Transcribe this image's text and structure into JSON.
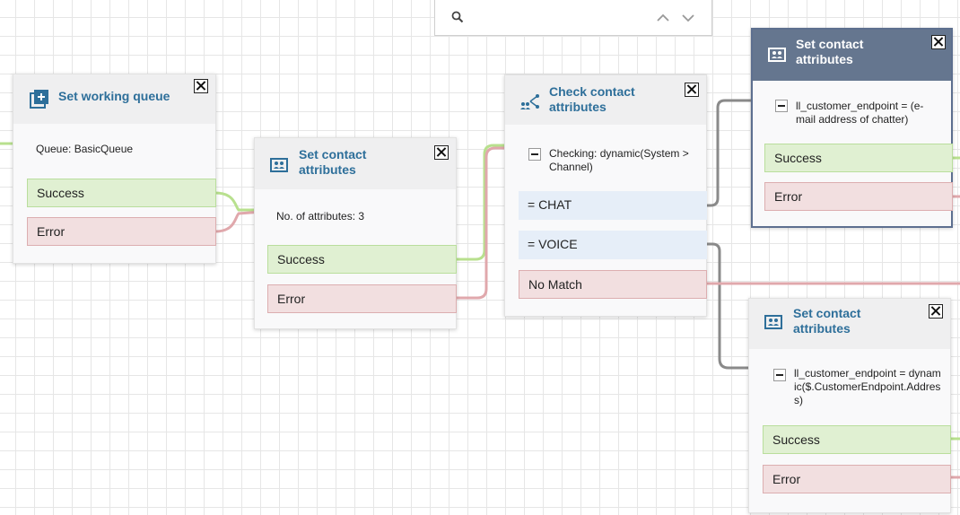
{
  "search": {
    "placeholder": "",
    "value": ""
  },
  "blocks": [
    {
      "title": "Set working queue",
      "icon": "add-queue-icon",
      "info": "Queue: BasicQueue",
      "branches": [
        "Success",
        "Error"
      ]
    },
    {
      "title": "Set contact attributes",
      "icon": "contact-attributes-icon",
      "info": "No. of attributes: 3",
      "branches": [
        "Success",
        "Error"
      ]
    },
    {
      "title": "Check contact attributes",
      "icon": "check-attributes-icon",
      "info": "Checking: dynamic(System > Channel)",
      "branches": [
        "= CHAT",
        "= VOICE",
        "No Match"
      ]
    },
    {
      "title": "Set contact attributes",
      "icon": "contact-attributes-icon",
      "info": "ll_customer_endpoint = (e-mail address of chatter)",
      "branches": [
        "Success",
        "Error"
      ],
      "selected": true
    },
    {
      "title": "Set contact attributes",
      "icon": "contact-attributes-icon",
      "info": "ll_customer_endpoint = dynamic($.CustomerEndpoint.Address)",
      "branches": [
        "Success",
        "Error"
      ]
    }
  ],
  "colors": {
    "success_wire": "#b8e08e",
    "error_wire": "#e0a8ac",
    "neutral_wire": "#8a8a8a",
    "title_blue": "#2e6f9a",
    "selected_header": "#65768f"
  }
}
